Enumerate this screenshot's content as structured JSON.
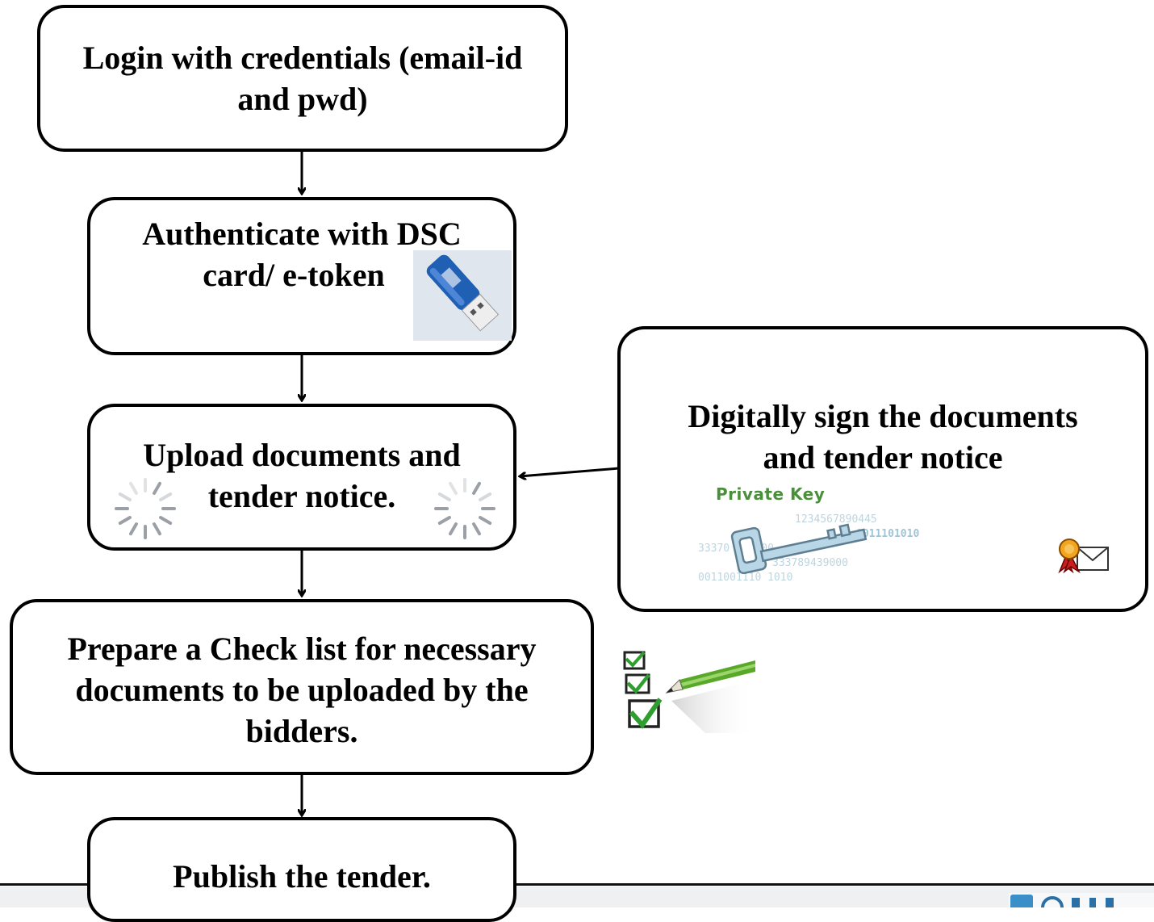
{
  "steps": {
    "login": {
      "lines": [
        "Login with credentials (email-id",
        "and pwd)"
      ]
    },
    "authenticate": {
      "lines": [
        "Authenticate with DSC",
        "card/ e-token"
      ]
    },
    "upload": {
      "lines": [
        "Upload documents and",
        "tender notice."
      ]
    },
    "checklist": {
      "lines": [
        "Prepare a Check list for necessary",
        "documents to be uploaded by the",
        "bidders."
      ]
    },
    "publish": {
      "lines": [
        "Publish the tender."
      ]
    },
    "sign": {
      "lines": [
        "Digitally sign the documents",
        "and tender notice"
      ],
      "image_label": "Private Key",
      "image_digits": [
        "1234567890445",
        "0011101010",
        "33370 439000",
        "333789439000",
        "0011001110 1010"
      ]
    }
  },
  "icons": [
    "usb-token-icon",
    "loading-spinner-icon",
    "private-key-icon",
    "certificate-mail-icon",
    "checklist-pen-icon"
  ],
  "colors": {
    "usb_blue": "#1f5fb4",
    "check_green": "#2e9e2e",
    "pen_green": "#5aa829",
    "key_green": "#4a8f3a"
  }
}
